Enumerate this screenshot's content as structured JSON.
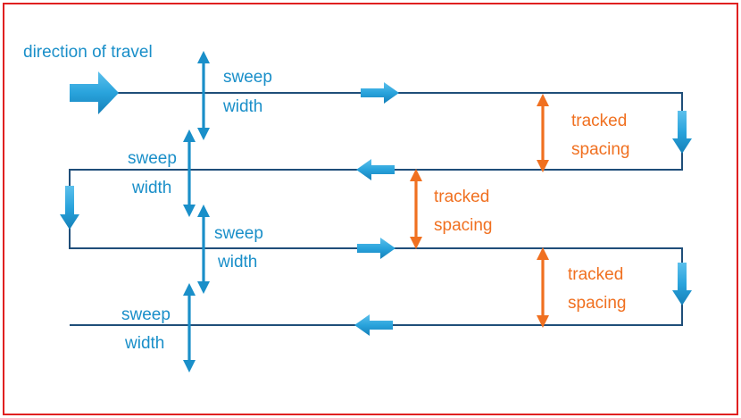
{
  "colors": {
    "frame": "#e02020",
    "path_line": "#1f4e79",
    "sweep": "#1a8fc9",
    "spacing": "#f07020",
    "travel_arrow": "#29a3dc"
  },
  "labels": {
    "direction": "direction of travel",
    "sweep_1": {
      "line1": "sweep",
      "line2": "width"
    },
    "sweep_2": {
      "line1": "sweep",
      "line2": "width"
    },
    "sweep_3": {
      "line1": "sweep",
      "line2": "width"
    },
    "sweep_4": {
      "line1": "sweep",
      "line2": "width"
    },
    "spacing_1": {
      "line1": "tracked",
      "line2": "spacing"
    },
    "spacing_2": {
      "line1": "tracked",
      "line2": "spacing"
    },
    "spacing_3": {
      "line1": "tracked",
      "line2": "spacing"
    }
  },
  "icons": {
    "travel_arrow": "block-arrow-icon",
    "sweep_arrow": "double-arrow-icon",
    "spacing_arrow": "double-arrow-icon"
  }
}
